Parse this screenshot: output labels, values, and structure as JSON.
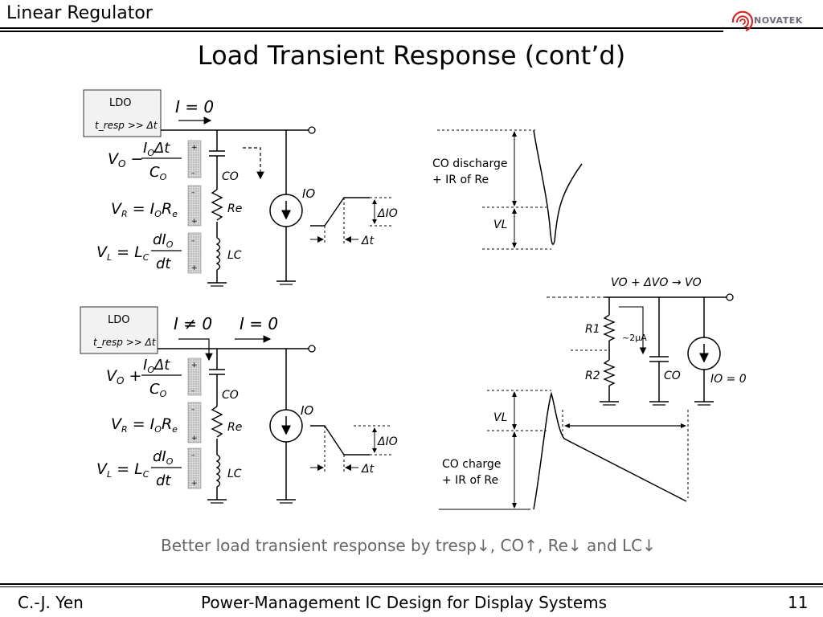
{
  "header": {
    "title": "Linear Regulator",
    "logo_text": "NOVATEK"
  },
  "slide": {
    "title": "Load Transient Response (cont’d)"
  },
  "circuit_top": {
    "box_line1": "LDO",
    "box_line2": "t_resp >> Δt",
    "current_label": "I = 0",
    "vo_left": "V",
    "vo_sub": "O",
    "vo_frac_num": "IOΔt",
    "vo_frac_den": "CO",
    "vr_eq": "VR = IORe",
    "vl_eq": "VL = Lc dIO/dt",
    "co_label": "CO",
    "re_label": "Re",
    "lc_label": "LC",
    "io_label": "IO",
    "dio_label": "ΔIO",
    "dt_label": "Δt"
  },
  "circuit_bottom": {
    "box_line1": "LDO",
    "box_line2": "t_resp >> Δt",
    "current_label1": "I ≠ 0",
    "current_label2": "I = 0",
    "co_label": "CO",
    "re_label": "Re",
    "lc_label": "LC",
    "io_label": "IO",
    "dio_label": "ΔIO",
    "dt_label": "Δt"
  },
  "waveform_top": {
    "label1": "CO discharge",
    "label2": "+ IR of Re",
    "vl_label": "VL"
  },
  "right_circuit": {
    "top_label": "VO + ΔVO → VO",
    "r1_label": "R1",
    "r2_label": "R2",
    "bias_label": "~2μA",
    "co_label": "CO",
    "io_label": "IO = 0"
  },
  "waveform_bottom": {
    "vl_label": "VL",
    "label1": "CO charge",
    "label2": "+ IR of Re"
  },
  "conclusion": "Better load transient response by tresp↓, CO↑, Re↓ and LC↓",
  "footer": {
    "author": "C.-J. Yen",
    "course": "Power-Management IC Design for Display Systems",
    "page": "11"
  }
}
